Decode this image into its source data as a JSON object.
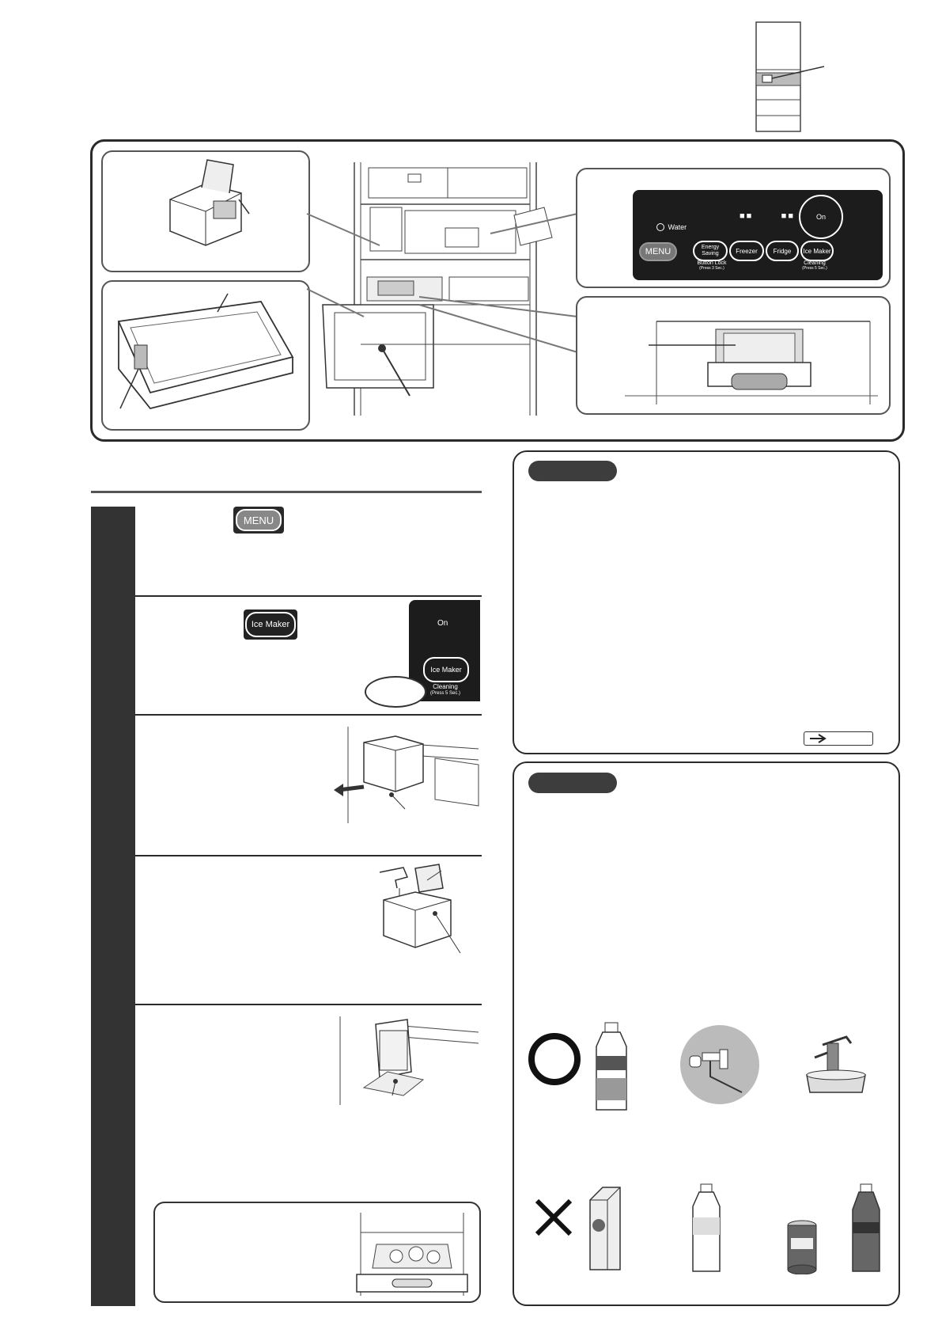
{
  "control_panel": {
    "water_label": "Water",
    "on_label": "On",
    "menu_label": "MENU",
    "energy_saving_label": "Energy Saving",
    "freezer_label": "Freezer",
    "fridge_label": "Fridge",
    "ice_maker_label": "Ice Maker",
    "button_lock_label": "Button Lock",
    "button_lock_hint": "(Press 3 Sec.)",
    "cleaning_label": "Cleaning",
    "cleaning_hint": "(Press 5 Sec.)"
  },
  "steps": {
    "step1_button": "MENU",
    "step2_button": "Ice Maker",
    "step2_panel_on": "On",
    "step2_panel_button": "Ice Maker",
    "step2_panel_cleaning": "Cleaning",
    "step2_panel_hint": "(Press 5 Sec.)"
  },
  "colors": {
    "panel_dark": "#1c1c1c",
    "step_bar": "#333333",
    "tag": "#3d3d3d",
    "frame": "#2a2a2a"
  },
  "icons": {
    "ok_mark": "circle-mark-icon",
    "ng_mark": "cross-mark-icon",
    "arrow": "arrow-right-icon"
  }
}
